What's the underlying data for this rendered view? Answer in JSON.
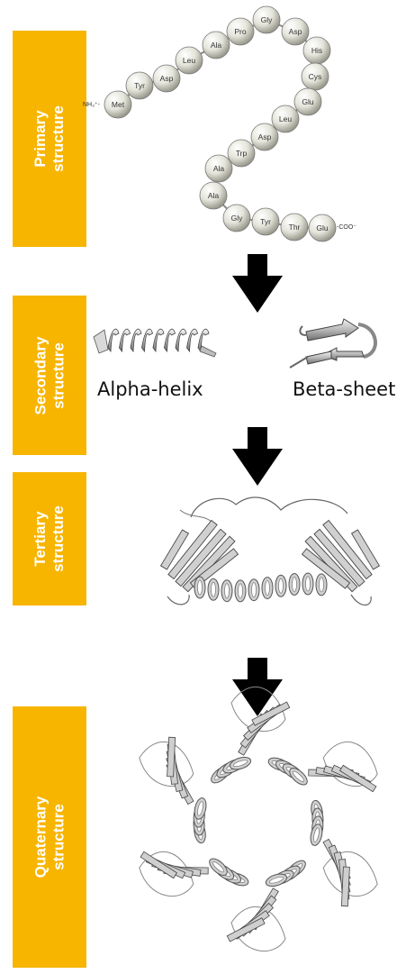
{
  "levels": [
    {
      "line1": "Primary",
      "line2": "structure"
    },
    {
      "line1": "Secondary",
      "line2": "structure"
    },
    {
      "line1": "Tertiary",
      "line2": "structure"
    },
    {
      "line1": "Quaternary",
      "line2": "structure"
    }
  ],
  "primary_chain": {
    "n_terminus": "NH₃⁺-",
    "c_terminus": "-COO⁻",
    "residues": [
      "Met",
      "Tyr",
      "Asp",
      "Leu",
      "Ala",
      "Pro",
      "Gly",
      "Asp",
      "His",
      "Cys",
      "Glu",
      "Leu",
      "Asp",
      "Trp",
      "Ala",
      "Ala",
      "Gly",
      "Tyr",
      "Thr",
      "Glu"
    ]
  },
  "secondary": {
    "helix_label": "Alpha-helix",
    "sheet_label": "Beta-sheet"
  }
}
